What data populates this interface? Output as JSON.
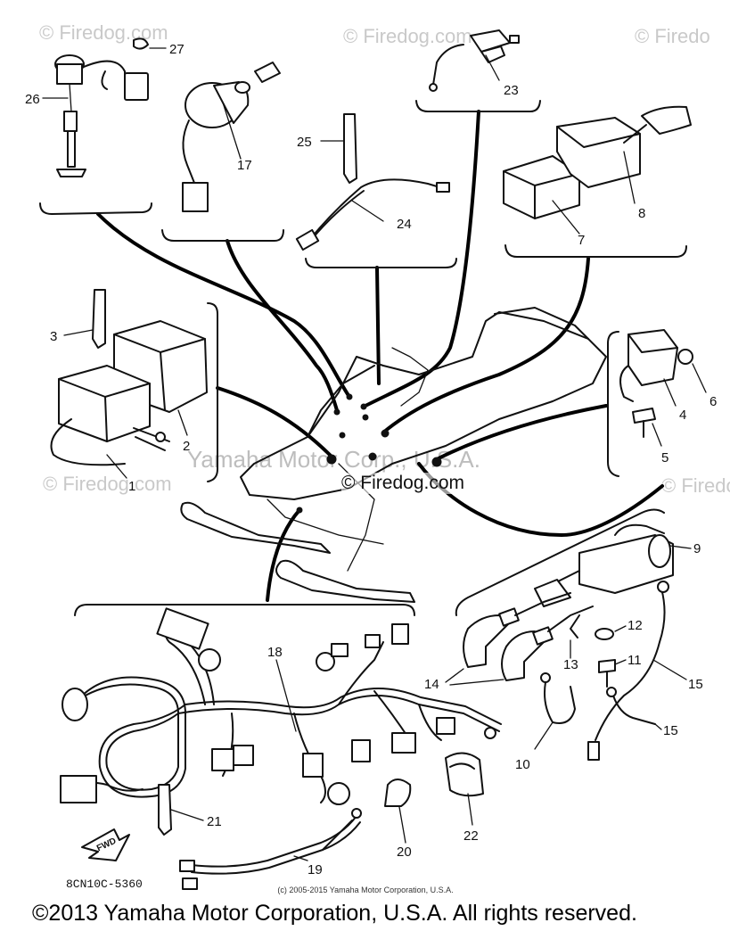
{
  "watermarks": {
    "top_left": "© Firedog.com",
    "top_mid": "© Firedog.com",
    "top_right": "© Firedo",
    "mid_left": "© Firedog.com",
    "mid_right": "© Firedo",
    "center": "Yamaha Motor Corp., U.S.A.",
    "center_credit": "© Firedog.com"
  },
  "part_numbers": {
    "p1": "1",
    "p2": "2",
    "p3": "3",
    "p4": "4",
    "p5": "5",
    "p6": "6",
    "p7": "7",
    "p8": "8",
    "p9": "9",
    "p10": "10",
    "p11": "11",
    "p12": "12",
    "p13": "13",
    "p14": "14",
    "p15a": "15",
    "p15b": "15",
    "p17": "17",
    "p18": "18",
    "p19": "19",
    "p20": "20",
    "p21": "21",
    "p22": "22",
    "p23": "23",
    "p24": "24",
    "p25": "25",
    "p26": "26",
    "p27": "27"
  },
  "fwd_label": "FWD",
  "reference_code": "8CN10C-5360",
  "small_copyright": "(c) 2005-2015 Yamaha Motor Corporation, U.S.A.",
  "copyright": "©2013 Yamaha Motor Corporation, U.S.A. All rights reserved."
}
